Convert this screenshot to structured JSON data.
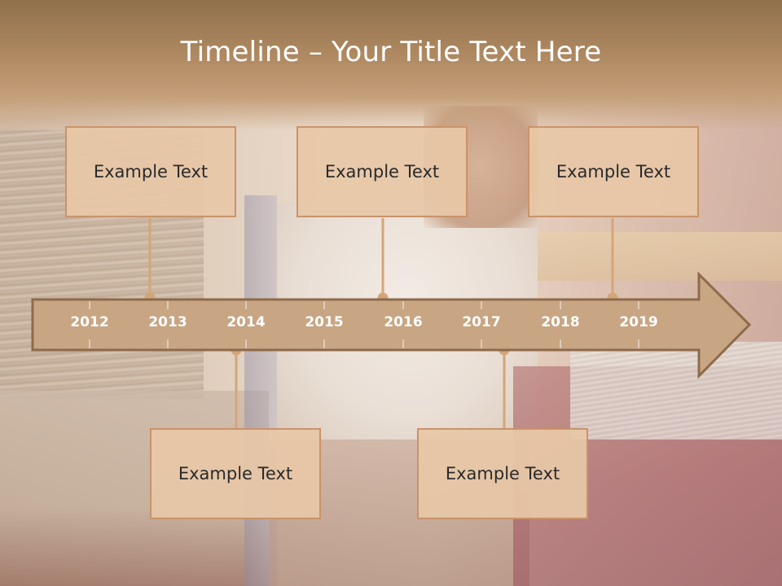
{
  "slide": {
    "title": "Timeline – Your Title Text Here",
    "years": [
      "2012",
      "2013",
      "2014",
      "2015",
      "2016",
      "2017",
      "2018",
      "2019"
    ],
    "callouts_top": [
      "Example Text",
      "Example Text",
      "Example Text"
    ],
    "callouts_bottom": [
      "Example Text",
      "Example Text"
    ],
    "colors": {
      "arrow_fill": "#c8a583",
      "arrow_border": "#8e6a4b",
      "box_fill": "#e7c7a7",
      "box_border": "#c9936a",
      "connector": "#d3a679",
      "header": "#a8825d"
    }
  }
}
